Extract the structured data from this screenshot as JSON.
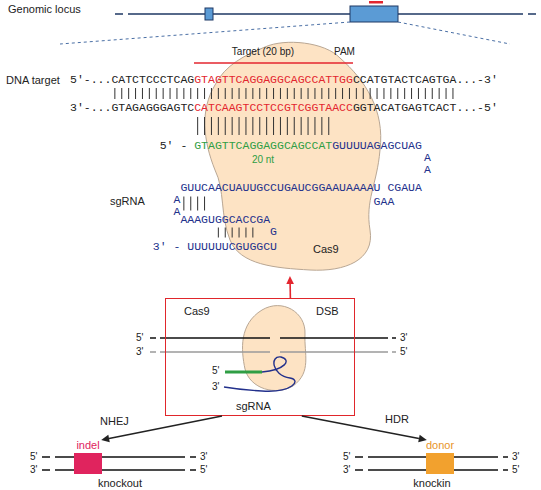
{
  "diagram": {
    "nodes": [
      {
        "text": [
          "Cas9"
        ]
      },
      {
        "text": [
          "Cas9",
          "DSB",
          "sgRNA"
        ]
      },
      {
        "text": [
          "indel"
        ]
      },
      {
        "text": [
          "donor"
        ]
      }
    ],
    "edges": [
      {
        "from": 1,
        "to": 0,
        "arrow": "to"
      },
      {
        "from": 1,
        "to": 2,
        "label": "NHEJ",
        "arrow": "to"
      },
      {
        "from": 1,
        "to": 3,
        "label": "HDR",
        "arrow": "to"
      }
    ],
    "labels": [
      "Genomic locus",
      "Target (20 bp)",
      "PAM",
      "DNA target",
      "5'-...CATCTCCCTCAG",
      "GTAGTTCAGGAGGCAGCCATTGG",
      "CCATGTACTCAGTGA...-3'",
      "3'-...GTAGAGGGAGTC",
      "CATCAAGTCCTCCGTCGGTAACC",
      "GGTACATGAGTCACT...-5'",
      "5' -",
      "GTAGTTCAGGAGGCAGCCAT",
      "GUUUUAGAGCUAG",
      "20 nt",
      "A",
      "A",
      "GUUCAACUAUUGCCUGAUCGGAAUAAAAU",
      "CGAUA",
      "GAA",
      "sgRNA",
      "A",
      "A",
      "AAAGUGGCACCGA",
      "G",
      "3' - UUUUUUCGUGGCU",
      "5'",
      "3'",
      "3'",
      "5'",
      "5'",
      "3'",
      "5'",
      "3'",
      "3'",
      "5'",
      "knockout",
      "5'",
      "3'",
      "3'",
      "5'",
      "knockin"
    ]
  }
}
